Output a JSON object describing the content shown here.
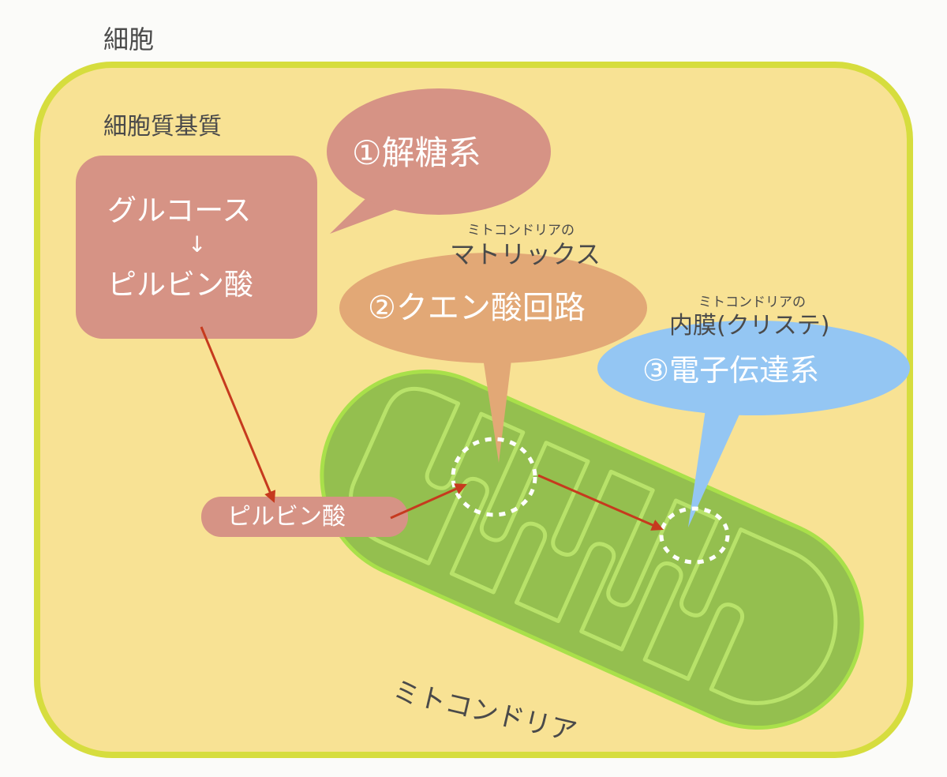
{
  "cell": {
    "title": "細胞",
    "cytoplasm_label": "細胞質基質"
  },
  "glycolysis": {
    "callout": "①解糖系",
    "box_line1": "グルコース",
    "arrow_glyph": "↓",
    "box_line2": "ピルビン酸"
  },
  "pyruvate_label": "ピルビン酸",
  "citric_acid_cycle": {
    "caption_small": "ミトコンドリアの",
    "caption_large": "マトリックス",
    "callout": "②クエン酸回路"
  },
  "electron_transport": {
    "caption_small": "ミトコンドリアの",
    "caption_large": "内膜(クリステ)",
    "callout": "③電子伝達系"
  },
  "mitochondria_label": "ミトコンドリア",
  "colors": {
    "background": "#fbfbf9",
    "cell_fill": "#f8e294",
    "cell_border": "#d6dd3e",
    "glycolysis_fill": "#d69385",
    "citric_fill": "#e2a876",
    "electron_fill": "#94c6f3",
    "mito_fill": "#94bf4f",
    "mito_border": "#a9e04a",
    "arrow": "#c63a1e"
  }
}
